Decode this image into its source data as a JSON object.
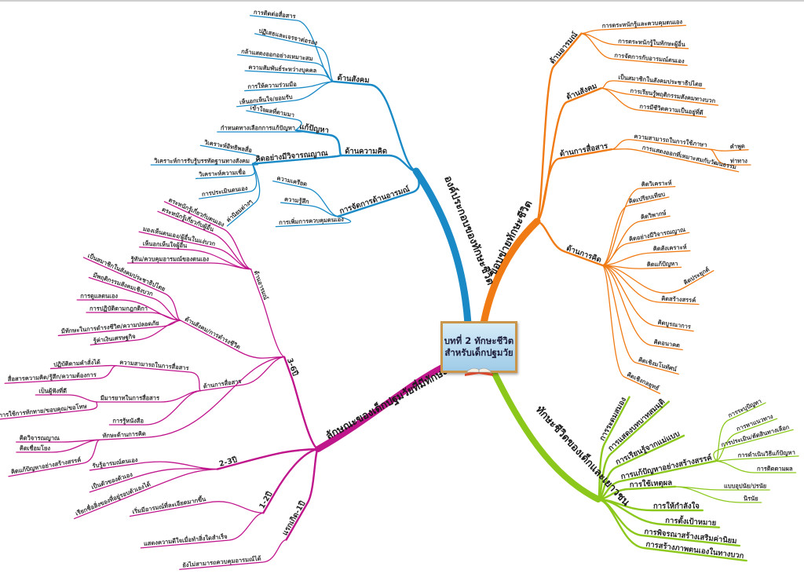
{
  "center": {
    "line1": "บทที่ 2 ทักษะชีวิต",
    "line2": "สำหรับเด็กปฐมวัย",
    "icon": "book-icon"
  },
  "colors": {
    "blue": "#1a8ac6",
    "orange": "#f07a14",
    "green": "#8cc81c",
    "magenta": "#c0168c"
  },
  "branches": [
    {
      "label": "องค์ประกอบของทักษะชีวิต",
      "subs": [
        {
          "label": "ด้านสังคม",
          "leaves": [
            "การติดต่อสื่อสาร",
            "ปฏิเสธและเจรจาต่อรอง",
            "กล้าแสดงออกอย่างเหมาะสม",
            "ความสัมพันธ์ระหว่างบุคคล",
            "การให้ความร่วมมือ",
            "เห็นอกเห็นใจ/ยอมรับ"
          ]
        },
        {
          "label": "ด้านความคิด",
          "subs": [
            {
              "label": "แก้ปัญหา",
              "leaves": [
                "เข้าใจผลที่ตามมา",
                "กำหนดทางเลือกการแก้ปัญหา"
              ]
            },
            {
              "label": "คิดอย่างมีวิจารณญาณ",
              "leaves": [
                "วิเคราะห์อิทธิพลสื่อ",
                "วิเคราะห์การรับรู้บรรทัดฐานทางสังคม",
                "วิเคราะห์ความเชื่อ",
                "การประเมินตนเอง",
                "ค่านิยมต่างๆ"
              ]
            }
          ]
        },
        {
          "label": "การจัดการด้านอารมณ์",
          "leaves": [
            "ความเครียด",
            "ความรู้สึก",
            "การเพิ่มการควบคุมตนเอง"
          ]
        }
      ]
    },
    {
      "label": "ขอบข่ายทักษะชีวิต",
      "subs": [
        {
          "label": "ด้านอารมณ์",
          "leaves": [
            "การตระหนักรู้และควบคุมตนเอง",
            "การตระหนักรู้ในทักษะผู้อื่น",
            "การจัดการกับอารมณ์ตนเอง"
          ]
        },
        {
          "label": "ด้านสังคม",
          "leaves": [
            "เป็นสมาชิกในสังคมประชาธิปไตย",
            "การเรียนรู้พฤติกรรมสังคมทางบวก",
            "การมีชีวิตความเป็นอยู่ที่ดี"
          ]
        },
        {
          "label": "ด้านการสื่อสาร",
          "subs": [
            {
              "label": "ความสามารถในการใช้ภาษา",
              "leaves": [
                "คำพูด",
                "ท่าทาง"
              ]
            },
            {
              "label": "การแสดงออกที่เหมาะสมกับวัฒนธรรม"
            }
          ]
        },
        {
          "label": "ด้านการคิด",
          "leaves": [
            "คิดวิเคราะห์",
            "คิดเปรียบเทียบ",
            "คิดวิพากษ์",
            "คิดอย่างมีวิจารณญาณ",
            "คิดสังเคราะห์",
            "คิดแก้ปัญหา",
            "คิดประยุกต์",
            "คิดสร้างสรรค์",
            "คิดบูรณาการ",
            "คิดอนาคต",
            "คิดเชิงมโนทัศน์",
            "คิดเชิงกลยุทธ์"
          ]
        }
      ]
    },
    {
      "label": "ทักษะชีวิตของเด็กและเยาวชน",
      "subs": [
        {
          "label": "การระดมสมอง"
        },
        {
          "label": "การแสดงบทบาทสมมุติ"
        },
        {
          "label": "การเรียนรู้จากแม่แบบ"
        },
        {
          "label": "การแก้ปัญหาอย่างสร้างสรรค์",
          "leaves": [
            "การระบุปัญหา",
            "การหาแนวทาง",
            "การประเมิน/ตัดสินทางเลือก",
            "การดำเนินวิธีแก้ปัญหา",
            "การติดตามผล"
          ]
        },
        {
          "label": "การใช้เหตุผล",
          "leaves": [
            "แบบอุปนัย/ปรนัย",
            "นิรนัย"
          ]
        },
        {
          "label": "การให้กำลังใจ"
        },
        {
          "label": "การตั้งเป้าหมาย"
        },
        {
          "label": "การพิจรณาสร้างเสริมค่านิยม"
        },
        {
          "label": "การสร้างภาพตนเองในทางบวก"
        }
      ]
    },
    {
      "label": "ลักษณะของเด็กปฐมวัยที่มีทักษะชีวิต",
      "subs": [
        {
          "label": "3-6ปี",
          "subs": [
            {
              "label": "ด้านอารมณ์",
              "leaves": [
                "ตระหนักรู้เกี่ยวกับตนเอง",
                "ตระหนักรู้เกี่ยวกับผู้อื่น",
                "มองเห็นตนเอง/ผู้อื่นในแง่บวก",
                "เห็นอกเห็นใจผู้อื่น",
                "รู้ทัน/ควบคุมอารมณ์ของตนเอง"
              ]
            },
            {
              "label": "ด้านสังคม/การดำรงชีวิต",
              "leaves": [
                "เป็นสมาชิกในสังคมประชาธิปไตย",
                "มีพฤติกรรมสังคมเชิงบวก",
                "การดูแลตนเอง",
                "การปฏิบัติตามกฎกติกา",
                "มีทักษะในการดำรงชีวิต/ความปลอดภัย",
                "รู้ค่าเงินเศรษฐกิจ"
              ]
            },
            {
              "label": "ด้านการสื่อสาร",
              "subs": [
                {
                  "label": "ความสามารถในการสื่อสาร",
                  "leaves": [
                    "ปฏิบัติตามคำสั่งได้",
                    "สื่อสารความคิด/รู้สึก/ความต้องการ"
                  ]
                },
                {
                  "label": "มีมารยาทในการสื่อสาร",
                  "leaves": [
                    "เป็นผู้ฟังที่ดี",
                    "รู้การใช้การทักทาย/ขอบคุณ/ขอโทษ"
                  ]
                },
                {
                  "label": "การรู้หนังสือ"
                }
              ]
            },
            {
              "label": "ทักษะด้านการคิด",
              "leaves": [
                "คิดวิจารณญาณ",
                "คิดเชื่อมโยง",
                "คิดแก้ปัญหาอย่างสร้างสรรค์"
              ]
            }
          ]
        },
        {
          "label": "2-3ปี",
          "leaves": [
            "รับรู้อารมณ์ตนเอง",
            "เป็นตัวของตัวเอง",
            "เรียกชื่อสิ่งของที่อยู่รอบตัวเองได้"
          ]
        },
        {
          "label": "1-2ปี",
          "leaves": [
            "เริ่มมีอารมณ์ที่ละเอียดมากขึ้น",
            "แสดงความดีใจเมื่อทำสิ่งใดสำเร็จ"
          ]
        },
        {
          "label": "แรกเกิด-1ปี",
          "leaves": [
            "ยังไม่สามารถควบคุมอารมณ์ได้"
          ]
        }
      ]
    }
  ]
}
